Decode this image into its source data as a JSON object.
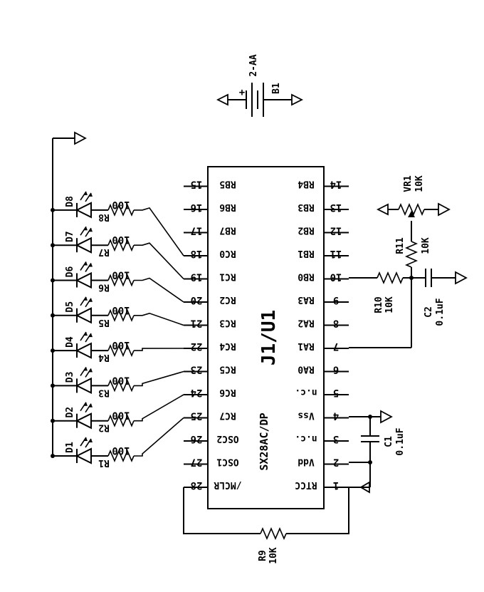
{
  "chip": {
    "name": "J1/U1",
    "part": "SX28AC/DP",
    "left_pins": [
      {
        "num": "28",
        "label": "/MCLR"
      },
      {
        "num": "27",
        "label": "OSC1"
      },
      {
        "num": "26",
        "label": "OSC2"
      },
      {
        "num": "25",
        "label": "RC7"
      },
      {
        "num": "24",
        "label": "RC6"
      },
      {
        "num": "23",
        "label": "RC5"
      },
      {
        "num": "22",
        "label": "RC4"
      },
      {
        "num": "21",
        "label": "RC3"
      },
      {
        "num": "20",
        "label": "RC2"
      },
      {
        "num": "19",
        "label": "RC1"
      },
      {
        "num": "18",
        "label": "RC0"
      },
      {
        "num": "17",
        "label": "RB7"
      },
      {
        "num": "16",
        "label": "RB6"
      },
      {
        "num": "15",
        "label": "RB5"
      }
    ],
    "right_pins": [
      {
        "num": "1",
        "label": "RTCC"
      },
      {
        "num": "2",
        "label": "Vdd"
      },
      {
        "num": "3",
        "label": "n.c."
      },
      {
        "num": "4",
        "label": "Vss"
      },
      {
        "num": "5",
        "label": "n.c."
      },
      {
        "num": "6",
        "label": "RA0"
      },
      {
        "num": "7",
        "label": "RA1"
      },
      {
        "num": "8",
        "label": "RA2"
      },
      {
        "num": "9",
        "label": "RA3"
      },
      {
        "num": "10",
        "label": "RB0"
      },
      {
        "num": "11",
        "label": "RB1"
      },
      {
        "num": "12",
        "label": "RB2"
      },
      {
        "num": "13",
        "label": "RB3"
      },
      {
        "num": "14",
        "label": "RB4"
      }
    ]
  },
  "leds": [
    {
      "diode": "D1",
      "resistor": "R1",
      "value": "100"
    },
    {
      "diode": "D2",
      "resistor": "R2",
      "value": "100"
    },
    {
      "diode": "D3",
      "resistor": "R3",
      "value": "100"
    },
    {
      "diode": "D4",
      "resistor": "R4",
      "value": "100"
    },
    {
      "diode": "D5",
      "resistor": "R5",
      "value": "100"
    },
    {
      "diode": "D6",
      "resistor": "R6",
      "value": "100"
    },
    {
      "diode": "D7",
      "resistor": "R7",
      "value": "100"
    },
    {
      "diode": "D8",
      "resistor": "R8",
      "value": "100"
    }
  ],
  "battery": {
    "ref": "B1",
    "value": "2-AA",
    "plus": "+"
  },
  "r9": {
    "ref": "R9",
    "value": "10K"
  },
  "r10": {
    "ref": "R10",
    "value": "10K"
  },
  "r11": {
    "ref": "R11",
    "value": "10K"
  },
  "vr1": {
    "ref": "VR1",
    "value": "10K"
  },
  "c1": {
    "ref": "C1",
    "value": "0.1uF"
  },
  "c2": {
    "ref": "C2",
    "value": "0.1uF"
  }
}
